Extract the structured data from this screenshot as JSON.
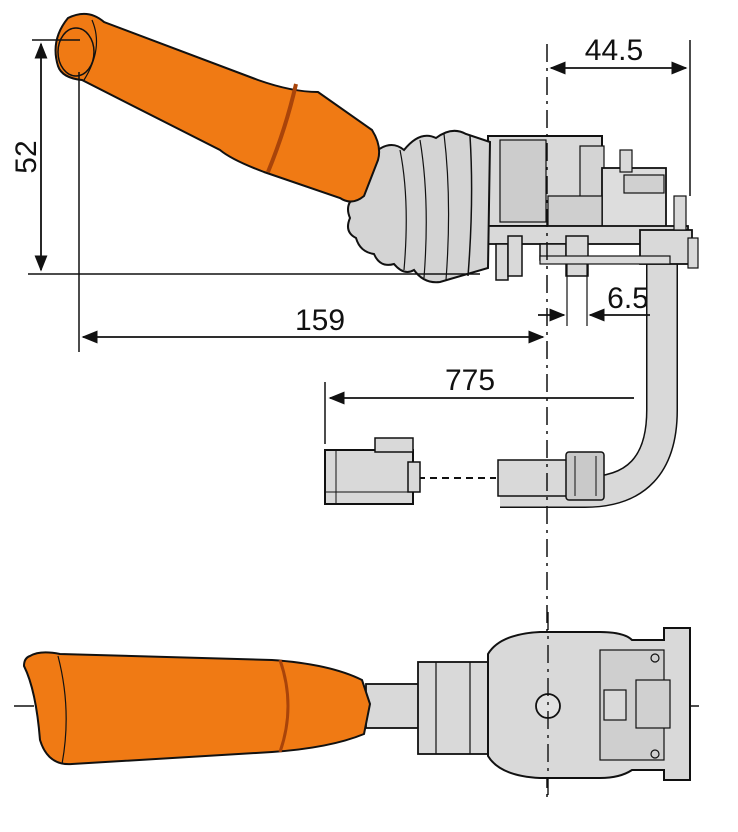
{
  "dimensions": {
    "height": "52",
    "length": "159",
    "offset": "44.5",
    "spacing": "6.5",
    "cable_length": "775"
  },
  "colors": {
    "handle": "#f07a14",
    "handle_dark": "#a9440a",
    "body": "#d9d9d9",
    "line": "#111111"
  }
}
